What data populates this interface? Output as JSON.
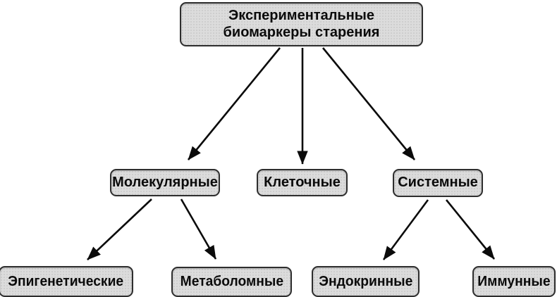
{
  "diagram": {
    "title": "Экспериментальные биомаркеры старения",
    "type": "hierarchy-tree",
    "nodes": {
      "root": {
        "label": "Экспериментальные биомаркеры старения",
        "level": 1
      },
      "molecular": {
        "label": "Молекулярные",
        "level": 2
      },
      "cellular": {
        "label": "Клеточные",
        "level": 2
      },
      "systemic": {
        "label": "Системные",
        "level": 2
      },
      "epigenetic": {
        "label": "Эпигенетические",
        "level": 3
      },
      "metabolomic": {
        "label": "Метаболомные",
        "level": 3
      },
      "endocrine": {
        "label": "Эндокринные",
        "level": 3
      },
      "immune": {
        "label": "Иммунные",
        "level": 3
      }
    },
    "edges": [
      {
        "from": "root",
        "to": "molecular"
      },
      {
        "from": "root",
        "to": "cellular"
      },
      {
        "from": "root",
        "to": "systemic"
      },
      {
        "from": "molecular",
        "to": "epigenetic"
      },
      {
        "from": "molecular",
        "to": "metabolomic"
      },
      {
        "from": "systemic",
        "to": "endocrine"
      },
      {
        "from": "systemic",
        "to": "immune"
      }
    ],
    "theme": {
      "box_fill": "#dcdcdc",
      "box_border": "#2e2e2e",
      "text_color": "#0b0b0b",
      "arrow_color": "#0b0b0b",
      "background": "#ffffff"
    }
  }
}
